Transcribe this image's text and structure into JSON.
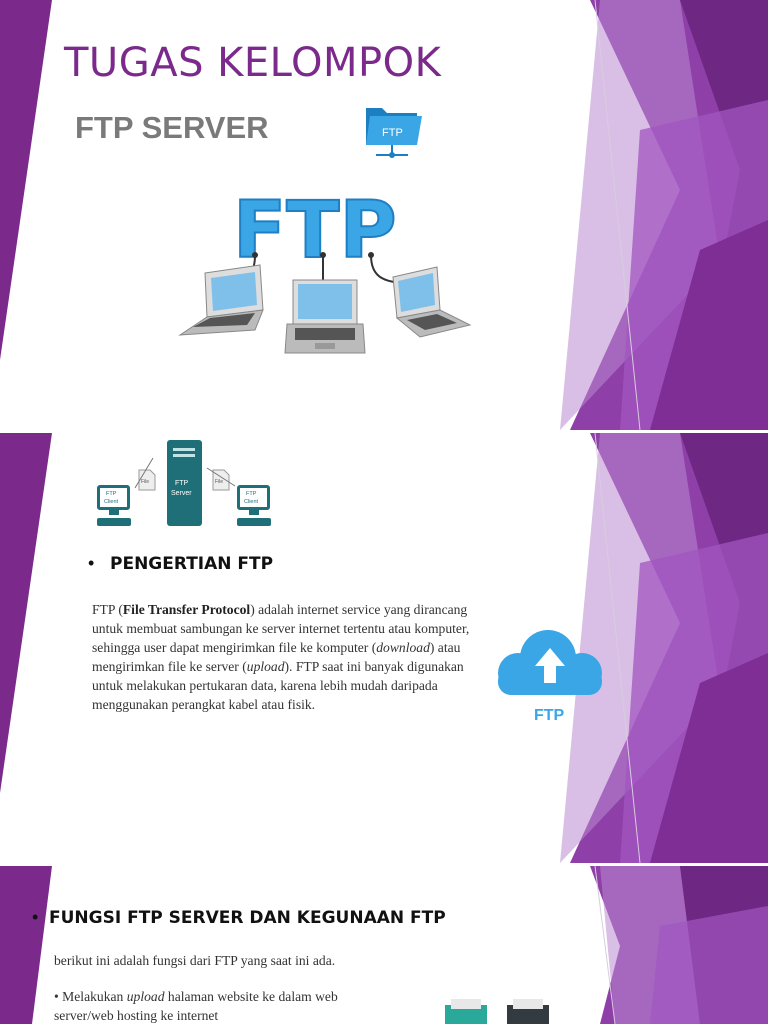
{
  "slide1": {
    "title": "TUGAS KELOMPOK",
    "subtitle": "FTP SERVER",
    "folder_icon_label": "FTP",
    "hero_label": "FTP"
  },
  "slide2": {
    "diagram": {
      "server_label_1": "FTP",
      "server_label_2": "Server",
      "client_left_1": "FTP",
      "client_left_2": "Client",
      "client_right_1": "FTP",
      "client_right_2": "Client",
      "file_left": "File",
      "file_right": "File"
    },
    "heading": "PENGERTIAN FTP",
    "bullet": "•",
    "para": {
      "p1": "FTP (",
      "bold": "File Transfer Protocol",
      "p2": ") adalah internet service yang dirancang untuk membuat sambungan ke server internet tertentu atau komputer, sehingga user dapat mengirimkan file ke komputer (",
      "i1": "download",
      "p3": ") atau mengirimkan file ke server (",
      "i2": "upload",
      "p4": "). FTP saat ini banyak digunakan untuk melakukan pertukaran data, karena lebih mudah daripada menggunakan perangkat kabel atau fisik."
    },
    "cloud_label": "FTP"
  },
  "slide3": {
    "heading": "FUNGSI FTP SERVER DAN KEGUNAAN FTP",
    "bullet": "•",
    "intro": "berikut ini adalah fungsi dari FTP yang saat ini ada.",
    "item1_bullet": "•",
    "item1_p1": "Melakukan ",
    "item1_i": "upload",
    "item1_p2": " halaman website ke dalam web",
    "item1_line2": "server/web hosting ke internet"
  },
  "colors": {
    "purple_dark": "#7b2a8c",
    "purple_mid": "#9b4bb5",
    "purple_light": "#b98ad0",
    "ftp_blue": "#3aa6e6",
    "server_teal": "#1f6f78"
  }
}
